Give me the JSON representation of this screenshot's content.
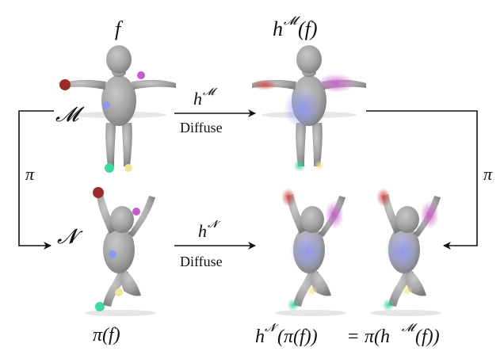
{
  "labels": {
    "f_top": "f",
    "hM_of_f": "h",
    "hM_of_f_sup": "𝓜",
    "hM_of_f_arg": "(f)",
    "M": "𝓜",
    "N": "𝓝",
    "pi_left": "π",
    "pi_right": "π",
    "hM_arrow": "h",
    "hM_arrow_sup": "𝓜",
    "hN_arrow": "h",
    "hN_arrow_sup": "𝓝",
    "diffuse_top": "Diffuse",
    "diffuse_bottom": "Diffuse",
    "pi_of_f": "π(f)",
    "bottom_lhs": "h",
    "bottom_lhs_sup": "𝓝",
    "bottom_lhs_arg": "(π(f))",
    "bottom_eq": "=",
    "bottom_rhs_pre": "π(h",
    "bottom_rhs_sup": "𝓜",
    "bottom_rhs_arg": "(f))"
  },
  "colors": {
    "body": "#a9a9a9",
    "body_shade": "#8a8a8a",
    "red": "#9b2a2a",
    "magenta": "#c65bc9",
    "blue": "#8f96ef",
    "green": "#3fd8a0",
    "yellow": "#efe69a",
    "arrow": "#111111"
  }
}
